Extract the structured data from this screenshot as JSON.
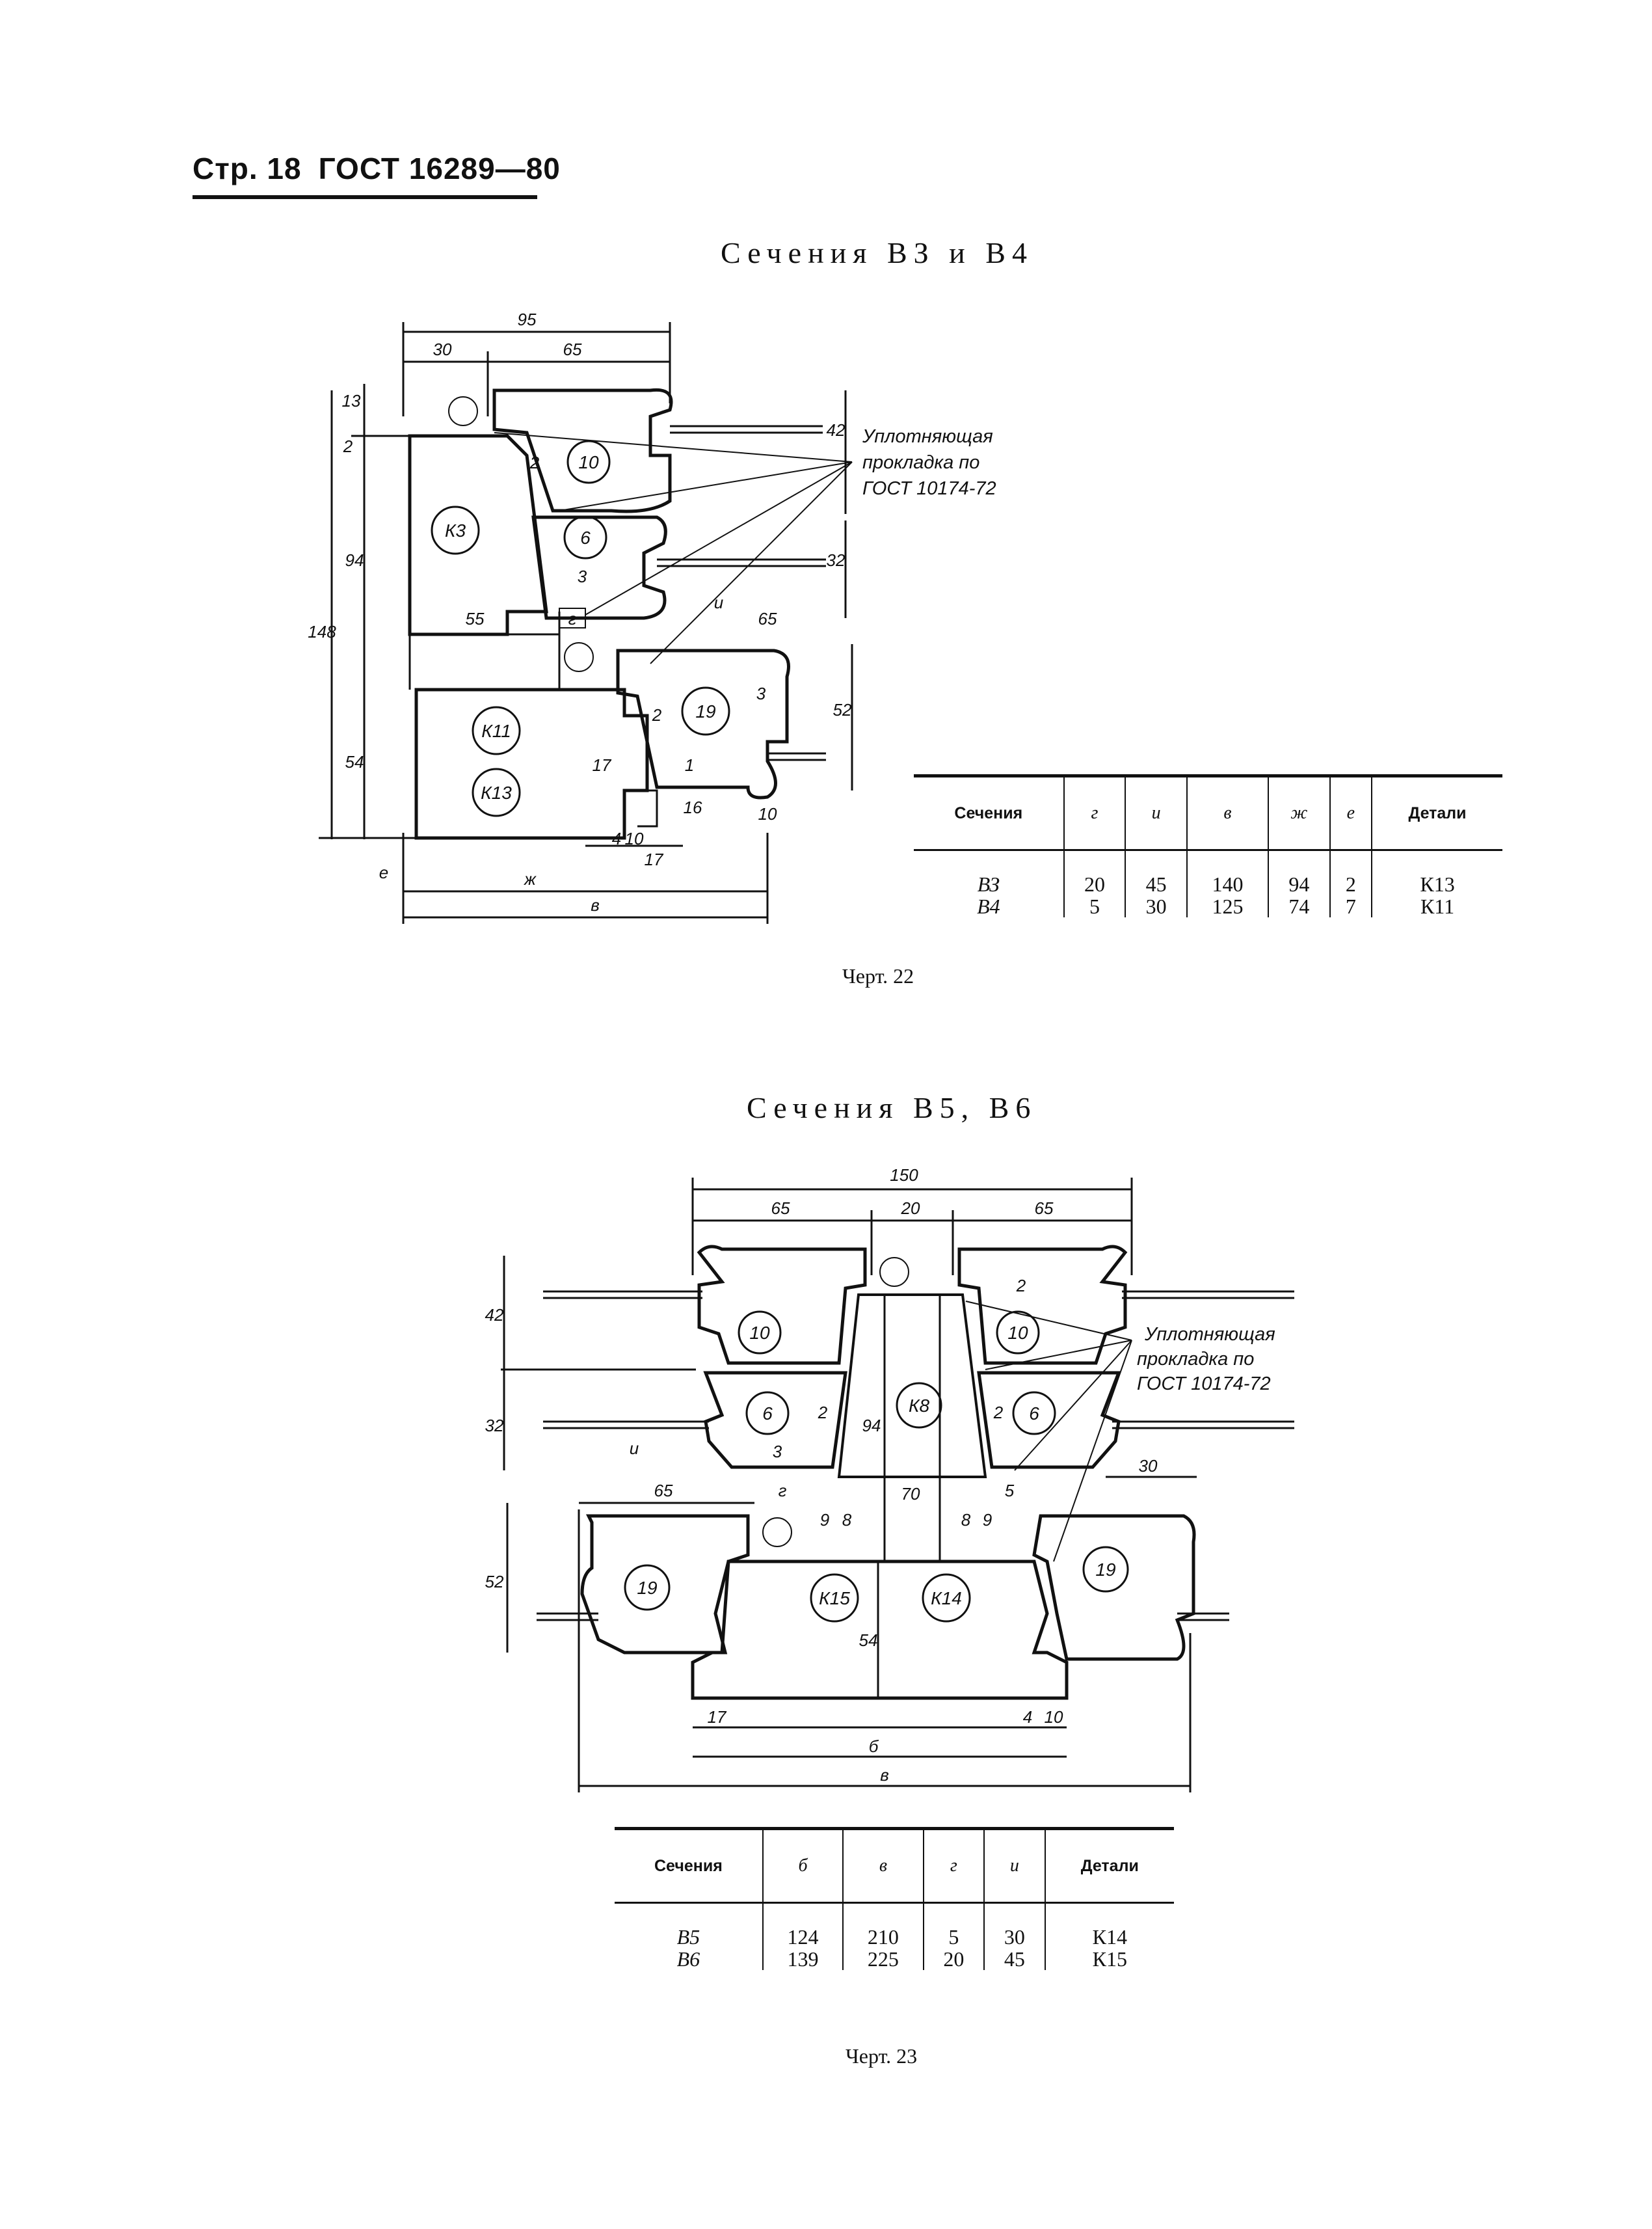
{
  "header": {
    "page": "Стр. 18",
    "standard": "ГОСТ 16289—80"
  },
  "figure22": {
    "title": "Сечения ВЗ и В4",
    "caption": "Черт. 22",
    "labels": {
      "gasket": [
        "Уплотняющая",
        "прокладка по",
        "ГОСТ 10174-72"
      ],
      "details": [
        "10",
        "6",
        "К3",
        "19",
        "К11",
        "К13"
      ],
      "dims": [
        "95",
        "30",
        "65",
        "13",
        "2",
        "42",
        "2",
        "32",
        "3",
        "и",
        "94",
        "148",
        "55",
        "г",
        "65",
        "3",
        "52",
        "2",
        "54",
        "17",
        "1",
        "16",
        "10",
        "4",
        "10",
        "17",
        "е",
        "ж",
        "в"
      ]
    },
    "table": {
      "headers": [
        "Сечения",
        "г",
        "и",
        "в",
        "ж",
        "е",
        "Детали"
      ],
      "rows": [
        [
          "ВЗ",
          "20",
          "45",
          "140",
          "94",
          "2",
          "К13"
        ],
        [
          "В4",
          "5",
          "30",
          "125",
          "74",
          "7",
          "К11"
        ]
      ]
    }
  },
  "figure23": {
    "title": "Сечения В5, В6",
    "caption": "Черт. 23",
    "labels": {
      "gasket": [
        "Уплотняющая",
        "прокладка по",
        "ГОСТ 10174-72"
      ],
      "details": [
        "10",
        "10",
        "6",
        "6",
        "К8",
        "19",
        "19",
        "К15",
        "К14"
      ],
      "dims": [
        "150",
        "65",
        "20",
        "65",
        "42",
        "2",
        "32",
        "2",
        "2",
        "94",
        "и",
        "3",
        "30",
        "65",
        "г",
        "70",
        "5",
        "9",
        "8",
        "8",
        "9",
        "52",
        "54",
        "17",
        "б",
        "4",
        "10",
        "в"
      ]
    },
    "table": {
      "headers": [
        "Сечения",
        "б",
        "в",
        "г",
        "и",
        "Детали"
      ],
      "rows": [
        [
          "В5",
          "124",
          "210",
          "5",
          "30",
          "К14"
        ],
        [
          "В6",
          "139",
          "225",
          "20",
          "45",
          "К15"
        ]
      ]
    }
  }
}
